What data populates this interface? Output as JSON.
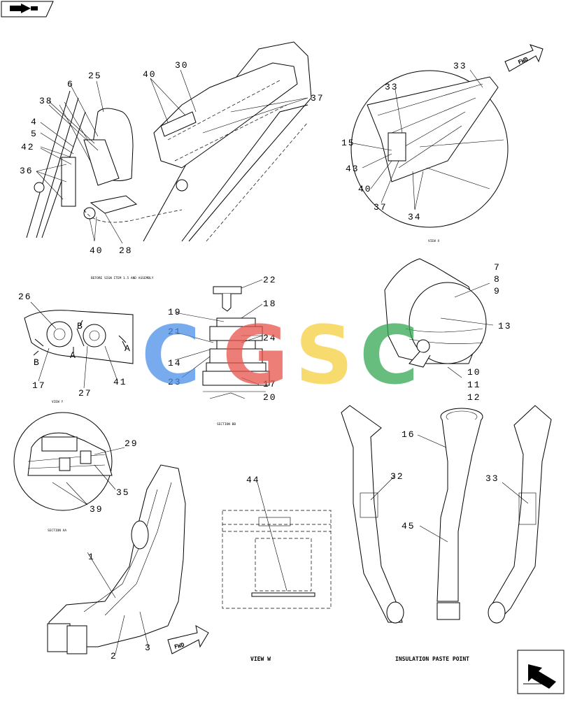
{
  "captions": {
    "before_sign": "BEFORE SIGN ITEM 1.5 AND ASSEMBLY",
    "view_x": "VIEW X",
    "view_y": "VIEW Y",
    "section_bb": "SECTION BB",
    "section_aa": "SECTION AA",
    "view_w": "VIEW W",
    "insulation": "INSULATION PASTE POINT"
  },
  "fwd_label": "FWD",
  "watermark": {
    "letters": [
      "C",
      "G",
      "S",
      "C"
    ],
    "colors": [
      "#4a8fe8",
      "#e8534a",
      "#f6cf3f",
      "#35a853"
    ]
  },
  "section_letters": {
    "a1": "A",
    "a2": "A",
    "b1": "B",
    "b2": "B"
  },
  "icons": [
    "next-page-arrow-icon",
    "back-arrow-icon"
  ],
  "callouts": {
    "c25": "25",
    "c6": "6",
    "c38": "38",
    "c4": "4",
    "c5": "5",
    "c42": "42",
    "c36": "36",
    "c40a": "40",
    "c28": "28",
    "c40b": "40",
    "c30": "30",
    "c37a": "37",
    "c33a": "33",
    "c33b": "33",
    "c15": "15",
    "c43": "43",
    "c40c": "40",
    "c37b": "37",
    "c34": "34",
    "c26": "26",
    "c17a": "17",
    "c27": "27",
    "c41": "41",
    "c22": "22",
    "c18": "18",
    "c19": "19",
    "c21": "21",
    "c24": "24",
    "c14": "14",
    "c23": "23",
    "c17b": "17",
    "c20": "20",
    "c7": "7",
    "c8": "8",
    "c9": "9",
    "c13": "13",
    "c10": "10",
    "c11": "11",
    "c12": "12",
    "c29": "29",
    "c35": "35",
    "c39": "39",
    "c1": "1",
    "c2": "2",
    "c3": "3",
    "c44": "44",
    "c16": "16",
    "c32": "32",
    "c45": "45",
    "c33c": "33"
  }
}
